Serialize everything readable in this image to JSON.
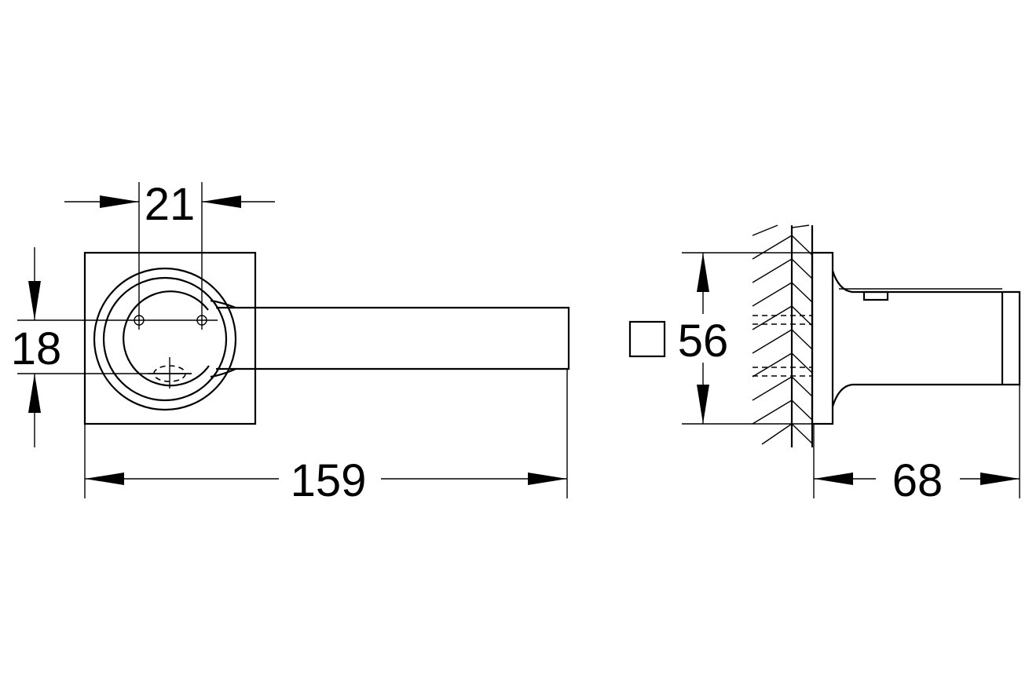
{
  "front_view": {
    "dim_hole_spacing": "21",
    "dim_hole_offset": "18",
    "dim_overall_length": "159"
  },
  "side_view": {
    "dim_plate_size": "56",
    "dim_projection": "68"
  },
  "icons": {
    "square_symbol": "square-symbol-icon"
  }
}
